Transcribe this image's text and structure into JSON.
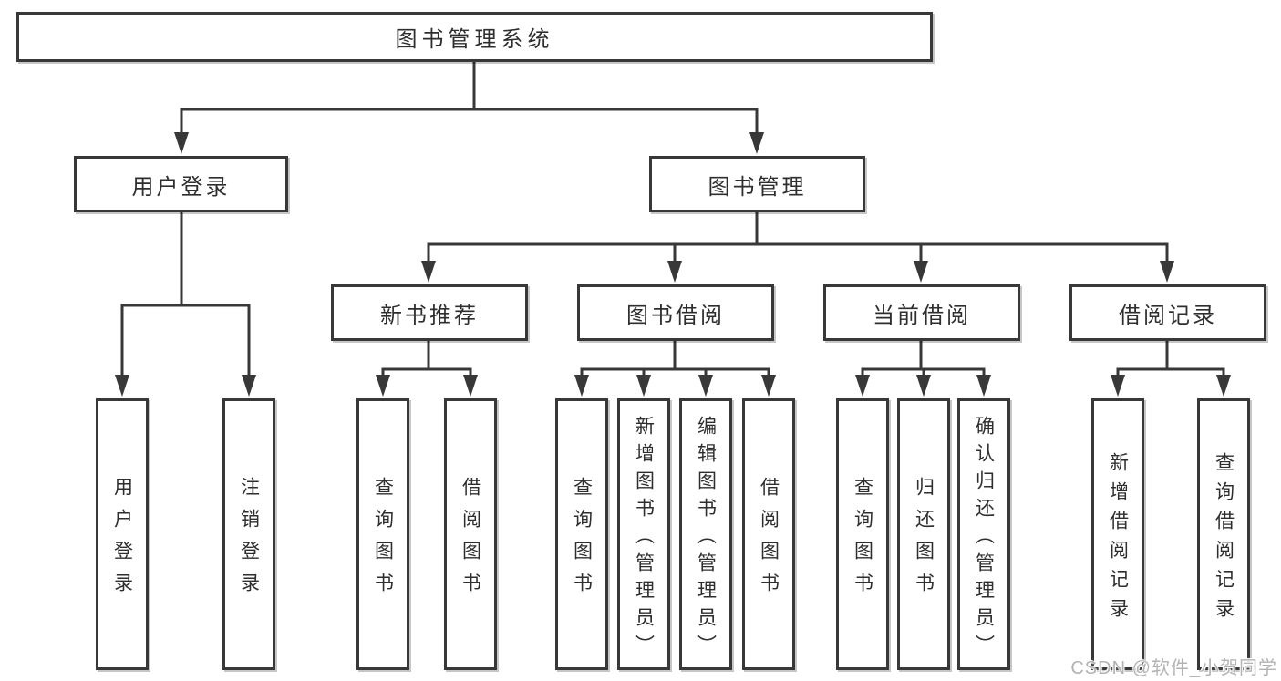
{
  "diagram": {
    "root": "图书管理系统",
    "sections": [
      {
        "label": "用户登录",
        "leaves": [
          "用户登录",
          "注销登录"
        ]
      },
      {
        "label": "图书管理",
        "subsections": [
          {
            "label": "新书推荐",
            "leaves": [
              "查询图书",
              "借阅图书"
            ]
          },
          {
            "label": "图书借阅",
            "leaves": [
              "查询图书",
              "新增图书（管理员）",
              "编辑图书（管理员）",
              "借阅图书"
            ]
          },
          {
            "label": "当前借阅",
            "leaves": [
              "查询图书",
              "归还图书",
              "确认归还（管理员）"
            ]
          },
          {
            "label": "借阅记录",
            "leaves": [
              "新增借阅记录",
              "查询借阅记录"
            ]
          }
        ]
      }
    ]
  },
  "watermark": {
    "text": "CSDN @软件_小贺同学"
  },
  "colors": {
    "line": "#383838",
    "text": "#2e2e2e",
    "box_background": "#ffffff",
    "watermark": "#b3b3b3",
    "background": "#ffffff"
  }
}
